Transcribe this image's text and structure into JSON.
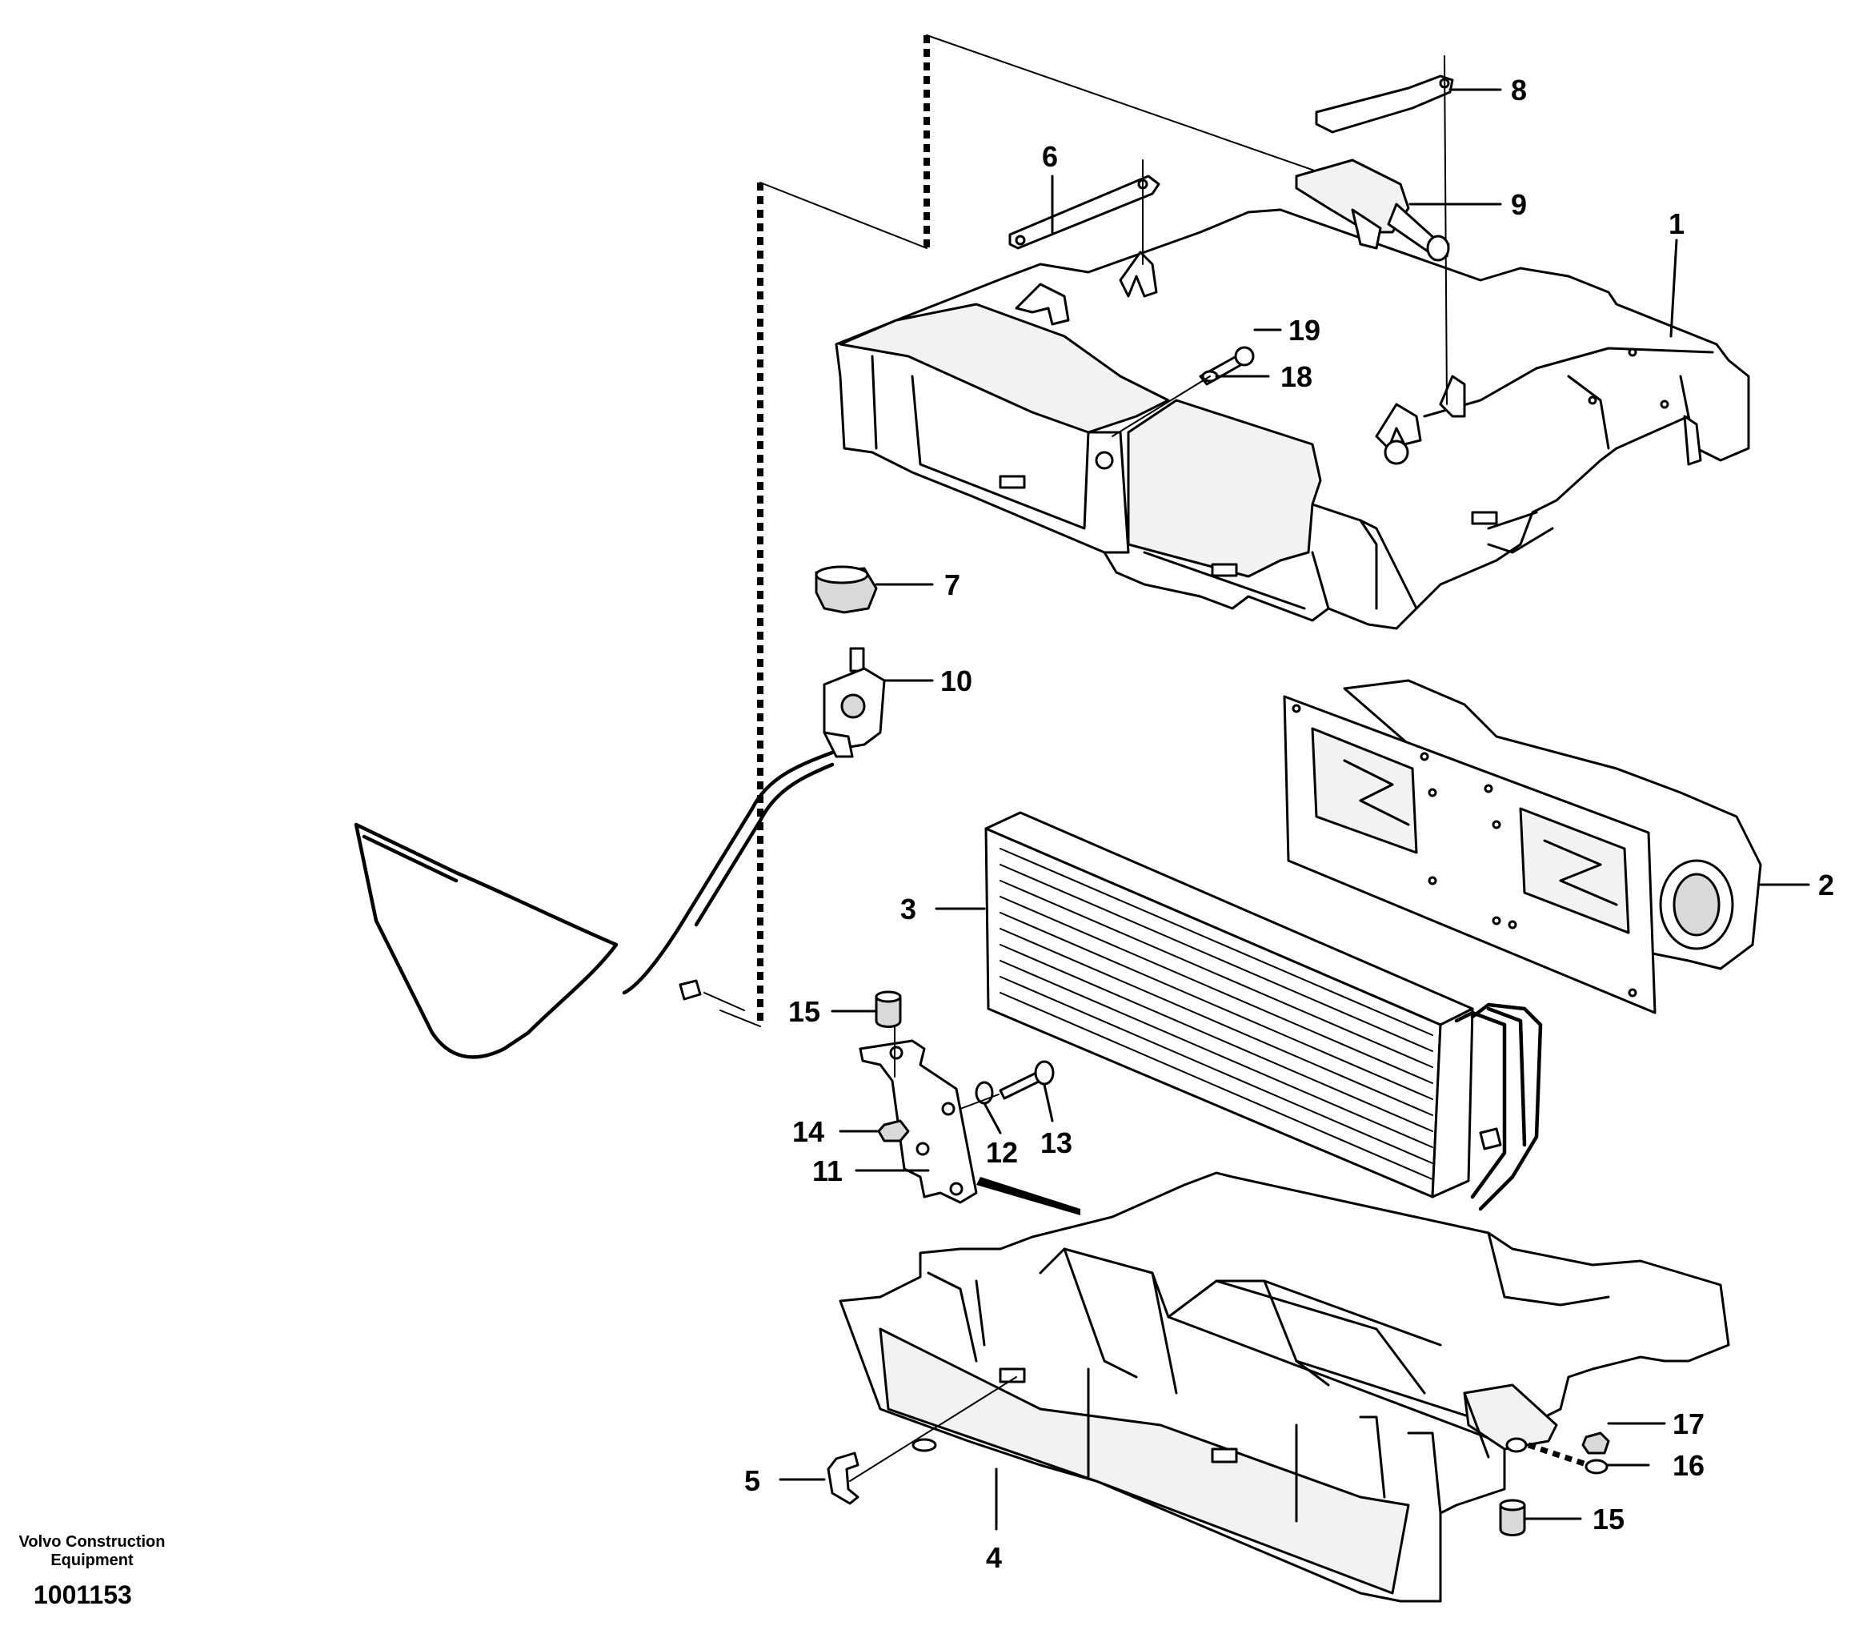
{
  "callouts": {
    "c1": "1",
    "c2": "2",
    "c3": "3",
    "c4": "4",
    "c5": "5",
    "c6": "6",
    "c7": "7",
    "c8": "8",
    "c9": "9",
    "c10": "10",
    "c11": "11",
    "c12": "12",
    "c13": "13",
    "c14": "14",
    "c15a": "15",
    "c15b": "15",
    "c16": "16",
    "c17": "17",
    "c18": "18",
    "c19": "19"
  },
  "footer": {
    "company_line1": "Volvo Construction",
    "company_line2": "Equipment",
    "drawing_number": "1001153"
  }
}
